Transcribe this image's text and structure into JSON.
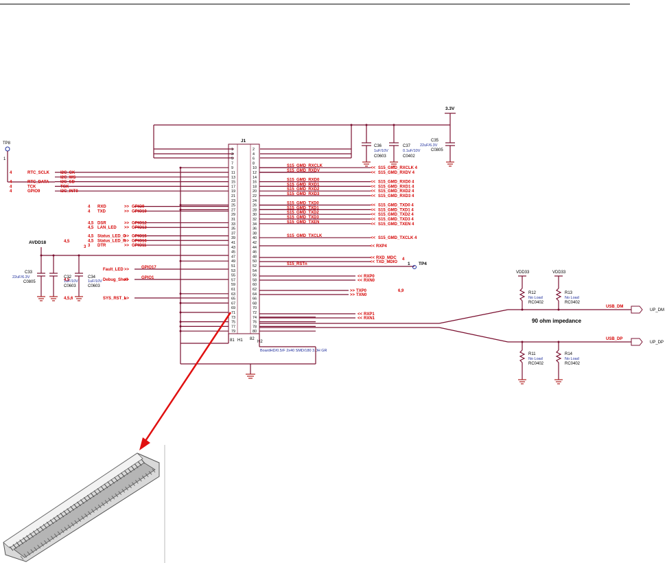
{
  "schematic": {
    "power_rails": {
      "v33": "3.3V",
      "vdd33_a": "VDD33",
      "vdd33_b": "VDD33",
      "avdd": "AVDD18"
    },
    "connector": {
      "ref": "J1",
      "mount_pins": [
        "H1",
        "H2"
      ],
      "mount_numbers": [
        "81",
        "82"
      ],
      "part": "BoardHD/0.5/F 2x40 SMD/180 3.0H GR"
    },
    "testpoints": {
      "tp_left": "TP8",
      "tp_right": "TP4",
      "tp_pin": "1",
      "tp_pin_right": "1"
    },
    "caps": [
      {
        "ref": "C35",
        "value": "22uF/6.3V",
        "pkg": "C0805"
      },
      {
        "ref": "C36",
        "value": "1uF/10V",
        "pkg": "C0603"
      },
      {
        "ref": "C37",
        "value": "0.1uF/10V",
        "pkg": "C0402"
      },
      {
        "ref": "C33",
        "value": "22uF/6.3V",
        "pkg": "C0805"
      },
      {
        "ref": "C32",
        "value": "1uF/10V",
        "pkg": "C0603"
      },
      {
        "ref": "C34",
        "value": "1uF/10V",
        "pkg": "C0603"
      }
    ],
    "resistors": [
      {
        "ref": "R12",
        "value": "No Load",
        "pkg": "RC0402"
      },
      {
        "ref": "R13",
        "value": "No Load",
        "pkg": "RC0402"
      },
      {
        "ref": "R11",
        "value": "No Load",
        "pkg": "RC0402"
      },
      {
        "ref": "R14",
        "value": "No Load",
        "pkg": "RC0402"
      }
    ],
    "left_nets": [
      {
        "sheet": "4",
        "name": "RTC_SCLK",
        "pin_label": "I2C_CK"
      },
      {
        "sheet": "",
        "name": "",
        "pin_label": "I2C_WS"
      },
      {
        "sheet": "4",
        "name": "RTC_DATA",
        "pin_label": "I2C_SD"
      },
      {
        "sheet": "4",
        "name": "TCK",
        "pin_label": "TCK"
      },
      {
        "sheet": "4",
        "name": "GPIO9",
        "pin_label": "I2C_INT0"
      }
    ],
    "gpio_nets": [
      {
        "sheet": "4",
        "name": "RXD",
        "pin_label": "GPIO9"
      },
      {
        "sheet": "4",
        "name": "TXD",
        "pin_label": "GPIO10"
      },
      {
        "sheet": "4,5",
        "name": "DSR",
        "pin_label": "GPIO12"
      },
      {
        "sheet": "4,5",
        "name": "LAN_LED",
        "pin_label": "GPIO13"
      },
      {
        "sheet": "4,5",
        "name": "Status_LED_G",
        "pin_label": "GPIO15"
      },
      {
        "sheet": "4,5",
        "name": "Status_LED_R",
        "pin_label": "GPIO16"
      },
      {
        "sheet": "3",
        "name": "DTR",
        "pin_label": "GPIO11"
      }
    ],
    "lower_left_nets": [
      {
        "sheet": "",
        "name": "Fault_LED",
        "pin_label": "GPIO17"
      },
      {
        "sheet": "4,5",
        "name": "Debug_Shell",
        "pin_label": "GPIO1"
      },
      {
        "sheet": "4,5,6",
        "name": "SYS_RST_L",
        "pin_label": ""
      }
    ],
    "right_nets": [
      {
        "inner": "S15_GMD_RXCLK",
        "outer": "S15_GMD_RXCLK 4"
      },
      {
        "inner": "S15_GMD_RXDV",
        "outer": "S15_GMD_RXDV 4"
      },
      {
        "inner": "S15_GMD_RXD0",
        "outer": "S15_GMD_RXD0 4"
      },
      {
        "inner": "S15_GMD_RXD1",
        "outer": "S15_GMD_RXD1 4"
      },
      {
        "inner": "S15_GMD_RXD2",
        "outer": "S15_GMD_RXD2 4"
      },
      {
        "inner": "S15_GMD_RXD3",
        "outer": "S15_GMD_RXD3 4"
      },
      {
        "inner": "S15_GMD_TXD0",
        "outer": "S15_GMD_TXD0 4"
      },
      {
        "inner": "S15_GMD_TXD1",
        "outer": "S15_GMD_TXD1 4"
      },
      {
        "inner": "S15_GMD_TXD2",
        "outer": "S15_GMD_TXD2 4"
      },
      {
        "inner": "S15_GMD_TXD3",
        "outer": "S15_GMD_TXD3 4"
      },
      {
        "inner": "S15_GMD_TXEN",
        "outer": "S15_GMD_TXEN 4"
      },
      {
        "inner": "S15_GMD_TXCLK",
        "outer": "S15_GMD_TXCLK 4"
      }
    ],
    "misc_nets": {
      "rxp4": "RXP4",
      "mdc": "RXD_MDC",
      "mdio": "TXD_MDIO",
      "mdio_sheet": "4",
      "rst": "S15_RSTn",
      "rxp0": "RXP0",
      "rxn0": "RXN0",
      "txp0": "TXP0",
      "txn0": "TXN0",
      "tx_sheet": "6,9",
      "rxp1": "RXP1",
      "rxn1": "RXN1"
    },
    "usb": {
      "dm": "USB_DM",
      "dp": "USB_DP",
      "port_dm": "UP_DM",
      "port_dp": "UP_DP",
      "impedance": "90 ohm impedance"
    },
    "sheet_5": "4,5",
    "sheet_3": "3",
    "pin_numbers": [
      "1",
      "2",
      "3",
      "4",
      "5",
      "6",
      "7",
      "8",
      "9",
      "10",
      "11",
      "12",
      "13",
      "14",
      "15",
      "16",
      "17",
      "18",
      "19",
      "20",
      "21",
      "22",
      "23",
      "24",
      "25",
      "26",
      "27",
      "28",
      "29",
      "30",
      "31",
      "32",
      "33",
      "34",
      "35",
      "36",
      "37",
      "38",
      "39",
      "40",
      "41",
      "42",
      "43",
      "44",
      "45",
      "46",
      "47",
      "48",
      "49",
      "50",
      "51",
      "52",
      "53",
      "54",
      "55",
      "56",
      "57",
      "58",
      "59",
      "60",
      "61",
      "62",
      "63",
      "64",
      "65",
      "66",
      "67",
      "68",
      "69",
      "70",
      "71",
      "72",
      "73",
      "74",
      "75",
      "76",
      "77",
      "78",
      "79",
      "80"
    ]
  }
}
